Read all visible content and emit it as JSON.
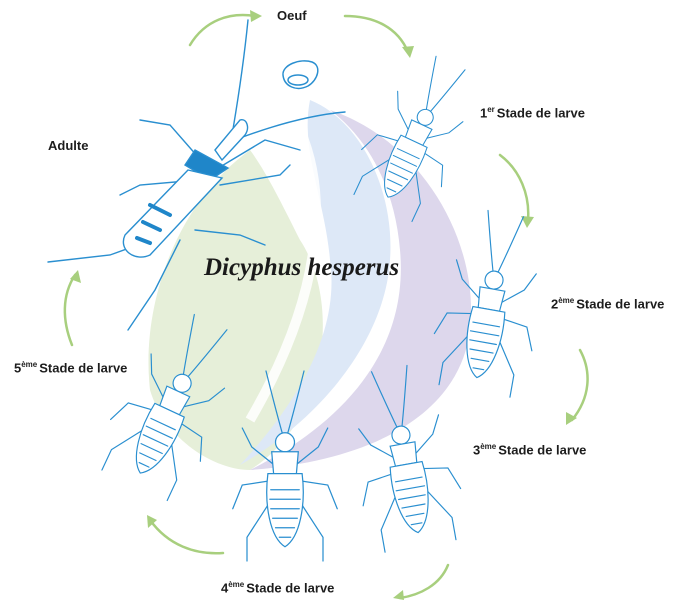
{
  "title": "Dicyphus hesperus",
  "stages": [
    {
      "id": "egg",
      "label": "Oeuf",
      "sup": ""
    },
    {
      "id": "l1",
      "num": "1",
      "sup": "er",
      "label": "Stade de larve"
    },
    {
      "id": "l2",
      "num": "2",
      "sup": "ème",
      "label": "Stade de larve"
    },
    {
      "id": "l3",
      "num": "3",
      "sup": "ème",
      "label": "Stade de larve"
    },
    {
      "id": "l4",
      "num": "4",
      "sup": "ème",
      "label": "Stade de larve"
    },
    {
      "id": "l5",
      "num": "5",
      "sup": "ème",
      "label": "Stade de larve"
    },
    {
      "id": "adult",
      "label": "Adulte",
      "sup": ""
    }
  ],
  "colors": {
    "outline": "#2a8fd0",
    "adult_accent": "#1f86c9",
    "arrow": "#a8cf7e",
    "leaf_green": "#e6efd9",
    "leaf_blue": "#dde8f7",
    "leaf_purple": "#ddd7ec"
  }
}
